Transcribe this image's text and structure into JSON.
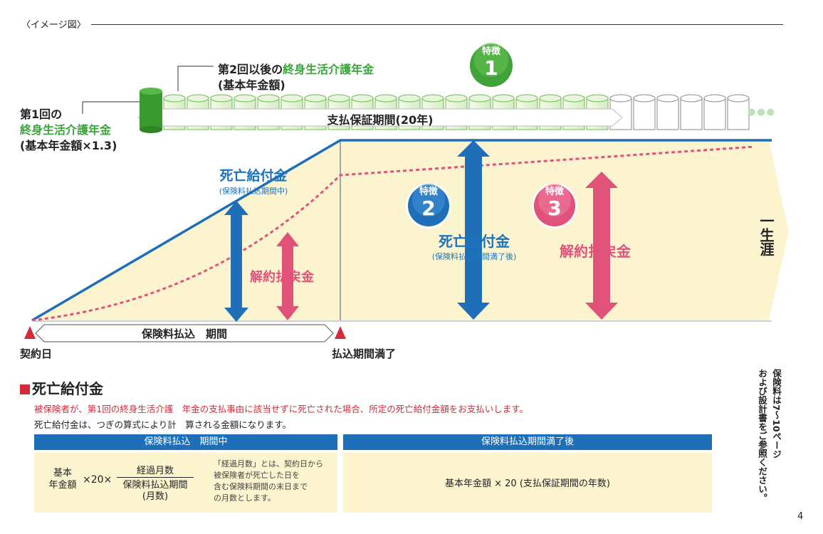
{
  "header": {
    "label": "〈イメージ図〉"
  },
  "features": [
    {
      "prefix": "特徴",
      "num": "1",
      "color": "#3fa33a"
    },
    {
      "prefix": "特徴",
      "num": "2",
      "color": "#1f6fb8"
    },
    {
      "prefix": "特徴",
      "num": "3",
      "color": "#e0527a"
    }
  ],
  "pension_second": {
    "pre": "第2回以後の",
    "green": "終身生活介護年金",
    "sub": "(基本年金額)"
  },
  "pension_first": {
    "line1": "第1回の",
    "green": "終身生活介護年金",
    "line3": "(基本年金額×1.3)"
  },
  "guarantee_period": "支払保証期間(20年)",
  "dots": "●●●",
  "death_in": {
    "title": "死亡給付金",
    "sub": "(保険料払込期間中)"
  },
  "surrender_in": "解約払戻金",
  "death_after": {
    "title": "死亡給付金",
    "sub": "(保険料払込期間満了後)"
  },
  "surrender_after": "解約払戻金",
  "lifetime": "一生涯",
  "premium_period": "保険料払込　期間",
  "contract_day": "契約日",
  "payment_complete": "払込期間満了",
  "section": {
    "title": "死亡給付金",
    "line1_red": "被保険者が、第1回の終身生活介護　年金の支払事由に該当せずに死亡された場合、所定の死亡給付金額をお支払いします。",
    "line2": "死亡給付金は、つぎの算式により計　算される金額になります。"
  },
  "table": {
    "header_left": "保険料払込　期間中",
    "header_right": "保険料払込期間満了後",
    "formula_base": [
      "基本",
      "年金額"
    ],
    "formula_mult": "×20×",
    "formula_num": "経過月数",
    "formula_den": [
      "保険料払込期間",
      "(月数)"
    ],
    "note": [
      "「経過月数」とは、契約日から",
      "被保険者が死亡した日を",
      "含む保険料期間の末日まで",
      "の月数とします。"
    ],
    "right_formula": "基本年金額 × 20 (支払保証期間の年数)"
  },
  "side_note": [
    "保険料は7～10ページ",
    "および設計書をご参照ください。"
  ],
  "page_number": "4"
}
